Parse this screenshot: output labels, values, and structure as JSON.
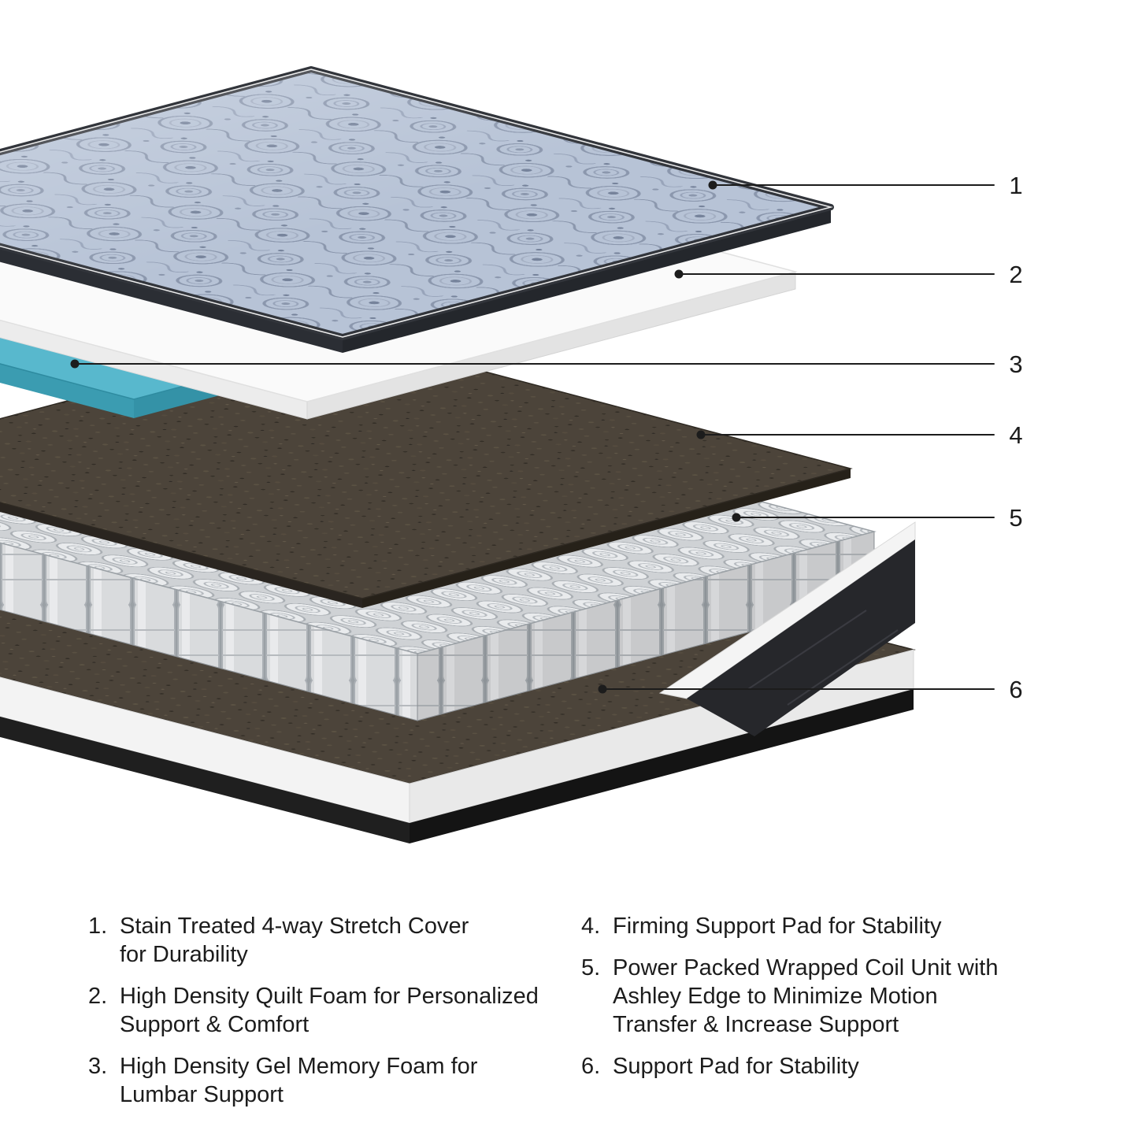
{
  "colors": {
    "bg": "#ffffff",
    "ink": "#1c1c1c",
    "cover": "#b7c3d6",
    "cover-edge": "#2b2e34",
    "foam": "#fafafa",
    "gel": "#58b8cd",
    "pad": "#4c443a",
    "coil": "#d9dbdd",
    "base-black": "#1f1f1f"
  },
  "callouts": [
    {
      "number": "1"
    },
    {
      "number": "2"
    },
    {
      "number": "3"
    },
    {
      "number": "4"
    },
    {
      "number": "5"
    },
    {
      "number": "6"
    }
  ],
  "legend": {
    "left": [
      {
        "number": "1.",
        "lines": [
          "Stain Treated 4-way Stretch Cover",
          "for Durability"
        ]
      },
      {
        "number": "2.",
        "lines": [
          "High Density Quilt Foam for Personalized",
          "Support & Comfort"
        ]
      },
      {
        "number": "3.",
        "lines": [
          "High Density Gel Memory Foam for",
          "Lumbar Support"
        ]
      }
    ],
    "right": [
      {
        "number": "4.",
        "lines": [
          "Firming Support Pad for Stability"
        ]
      },
      {
        "number": "5.",
        "lines": [
          "Power Packed Wrapped Coil Unit with",
          "Ashley Edge to Minimize Motion",
          "Transfer & Increase Support"
        ]
      },
      {
        "number": "6.",
        "lines": [
          "Support Pad for Stability"
        ]
      }
    ]
  }
}
